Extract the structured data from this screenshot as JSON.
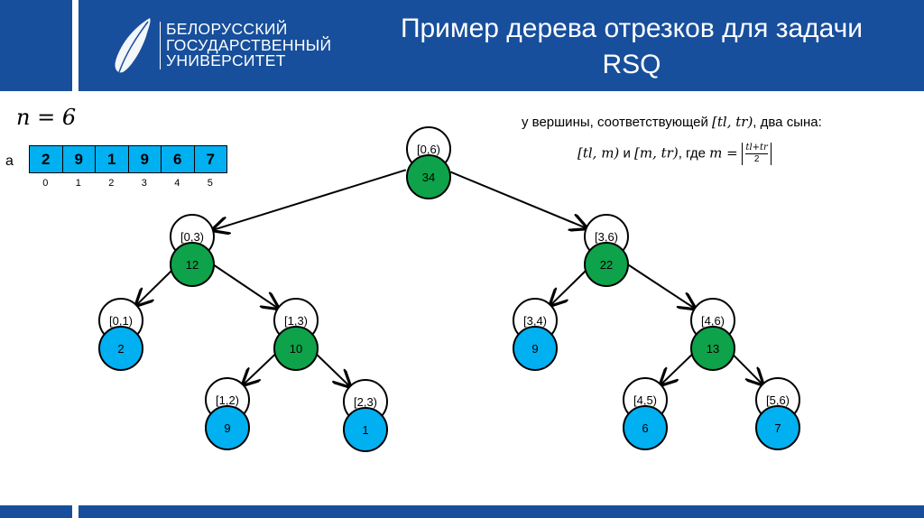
{
  "header": {
    "logo_lines": [
      "БЕЛОРУССКИЙ",
      "ГОСУДАРСТВЕННЫЙ",
      "УНИВЕРСИТЕТ"
    ],
    "title": "Пример дерева отрезков для задачи RSQ"
  },
  "problem": {
    "n_label": "n = 6",
    "array_name": "a",
    "array_values": [
      "2",
      "9",
      "1",
      "9",
      "6",
      "7"
    ],
    "indices": [
      "0",
      "1",
      "2",
      "3",
      "4",
      "5"
    ]
  },
  "note": {
    "line1_text": "у вершины, соответствующей ",
    "line1_math": "[tl, tr)",
    "line1_tail": ", два сына:",
    "line2_a": "[tl, m)",
    "line2_and": " и ",
    "line2_b": "[m, tr)",
    "line2_where": ", где ",
    "line2_m": "m = ",
    "frac_num": "tl+tr",
    "frac_den": "2"
  },
  "colors": {
    "header": "#174f9c",
    "internal": "#0ea24a",
    "leaf": "#00b0f0"
  },
  "tree": {
    "nodes": [
      {
        "id": "r",
        "range": "[0,6)",
        "sum": "34",
        "type": "internal"
      },
      {
        "id": "a",
        "range": "[0,3)",
        "sum": "12",
        "type": "internal"
      },
      {
        "id": "b",
        "range": "[3,6)",
        "sum": "22",
        "type": "internal"
      },
      {
        "id": "c",
        "range": "[0,1)",
        "sum": "2",
        "type": "leaf"
      },
      {
        "id": "d",
        "range": "[1,3)",
        "sum": "10",
        "type": "internal"
      },
      {
        "id": "e",
        "range": "[3,4)",
        "sum": "9",
        "type": "leaf"
      },
      {
        "id": "f",
        "range": "[4,6)",
        "sum": "13",
        "type": "internal"
      },
      {
        "id": "g",
        "range": "[1,2)",
        "sum": "9",
        "type": "leaf"
      },
      {
        "id": "h",
        "range": "[2,3)",
        "sum": "1",
        "type": "leaf"
      },
      {
        "id": "i",
        "range": "[4,5)",
        "sum": "6",
        "type": "leaf"
      },
      {
        "id": "j",
        "range": "[5,6)",
        "sum": "7",
        "type": "leaf"
      }
    ],
    "edges": [
      [
        "r",
        "a"
      ],
      [
        "r",
        "b"
      ],
      [
        "a",
        "c"
      ],
      [
        "a",
        "d"
      ],
      [
        "b",
        "e"
      ],
      [
        "b",
        "f"
      ],
      [
        "d",
        "g"
      ],
      [
        "d",
        "h"
      ],
      [
        "f",
        "i"
      ],
      [
        "f",
        "j"
      ]
    ]
  }
}
